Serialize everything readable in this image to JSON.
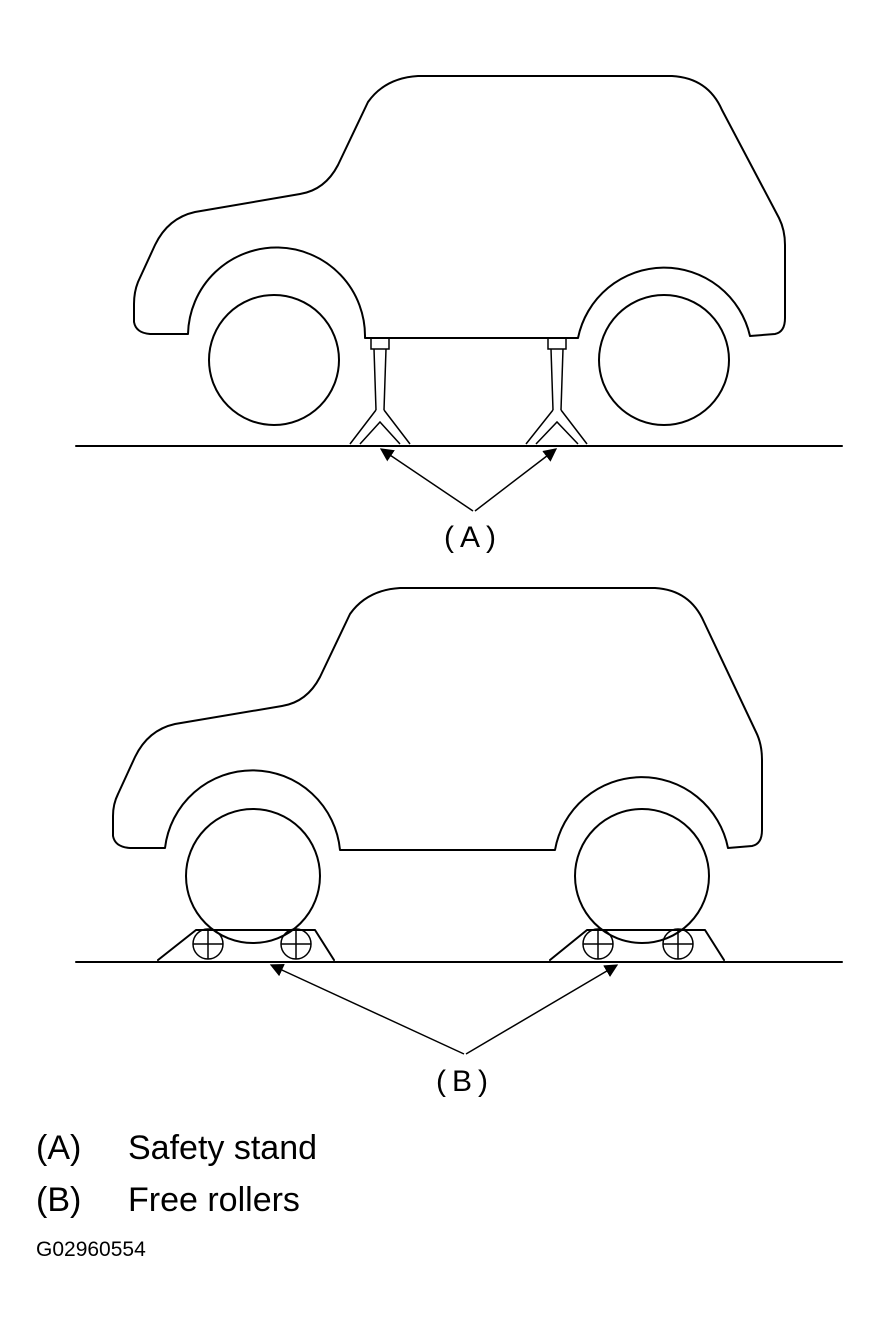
{
  "callouts": {
    "a": "(A)",
    "b": "(B)"
  },
  "legend": [
    {
      "key": "(A)",
      "text": "Safety stand"
    },
    {
      "key": "(B)",
      "text": "Free rollers"
    }
  ],
  "figure_code": "G02960554"
}
